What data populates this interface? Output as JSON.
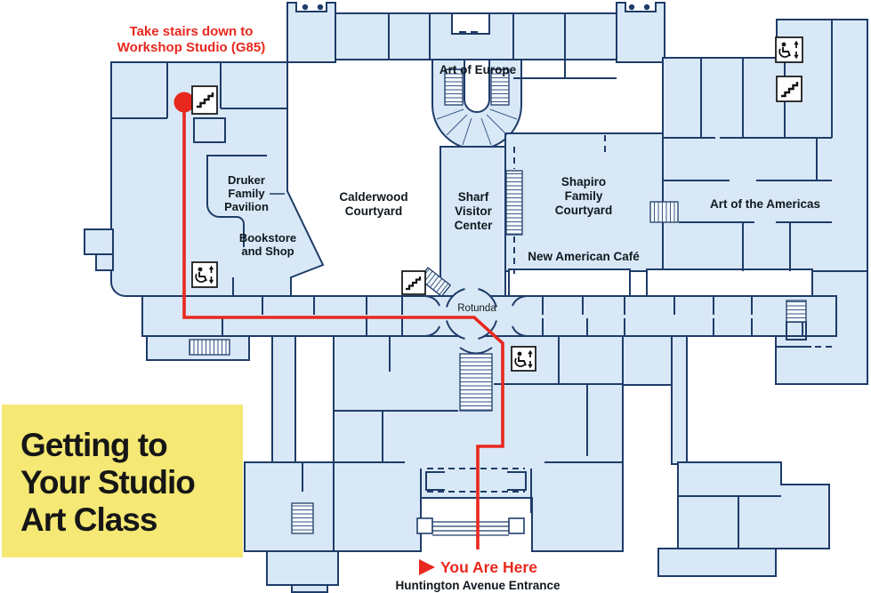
{
  "colors": {
    "map_fill": "#d9e8f6",
    "wall": "#1e3c69",
    "route_red": "#e8281e",
    "card_yellow": "#f5e874",
    "label_text": "#10181f",
    "white": "#ffffff"
  },
  "title_card": {
    "lines": [
      "Getting to",
      "Your Studio",
      "Art Class"
    ]
  },
  "route": {
    "start_note_lines": [
      "Take stairs down to",
      "Workshop Studio (G85)"
    ],
    "you_are_here_label": "You Are Here",
    "you_are_here_marker": "▶",
    "entrance_label": "Huntington Avenue Entrance"
  },
  "map_labels": {
    "art_of_europe": "Art of Europe",
    "druker_family_pavilion": [
      "Druker",
      "Family",
      "Pavilion"
    ],
    "calderwood_courtyard": [
      "Calderwood",
      "Courtyard"
    ],
    "sharf_visitor_center": [
      "Sharf",
      "Visitor",
      "Center"
    ],
    "shapiro_family_courtyard": [
      "Shapiro",
      "Family",
      "Courtyard"
    ],
    "art_of_the_americas": "Art of the Americas",
    "bookstore_and_shop": [
      "Bookstore",
      "and Shop"
    ],
    "new_american_cafe": "New American Café",
    "rotunda": "Rotunda"
  },
  "icons": {
    "elevator_icon": "wheelchair-elevator",
    "stairs_icon": "staircase"
  }
}
